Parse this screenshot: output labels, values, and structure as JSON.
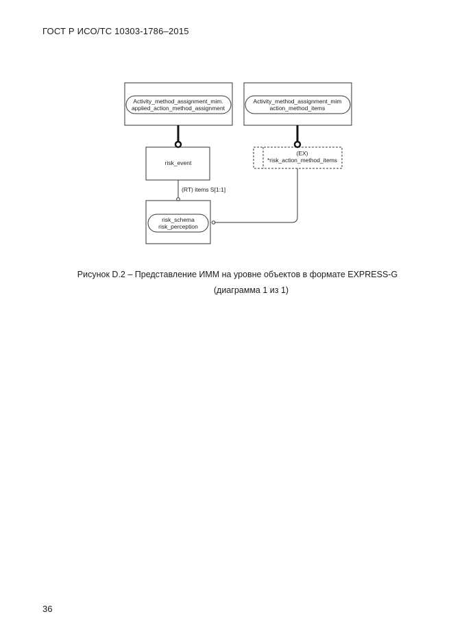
{
  "header": {
    "title": "ГОСТ Р ИСО/ТС 10303-1786–2015"
  },
  "diagram": {
    "box_top_left": {
      "line1": "Activity_method_assignment_mim.",
      "line2": "applied_action_method_assignment"
    },
    "box_top_right": {
      "line1": "Activity_method_assignment_mim",
      "line2": "action_method_items"
    },
    "box_risk_event": {
      "label": "risk_event"
    },
    "box_ex": {
      "line1": "(EX)",
      "line2": "*risk_action_method_items"
    },
    "relation_label": "(RT) items S[1:1]",
    "box_risk_schema": {
      "line1": "risk_schema",
      "line2": "risk_perception"
    }
  },
  "caption": {
    "line1": "Рисунок D.2 – Представление ИММ на уровне объектов в формате EXPRESS-G",
    "line2": "(диаграмма 1 из 1)"
  },
  "footer": {
    "page_number": "36"
  }
}
